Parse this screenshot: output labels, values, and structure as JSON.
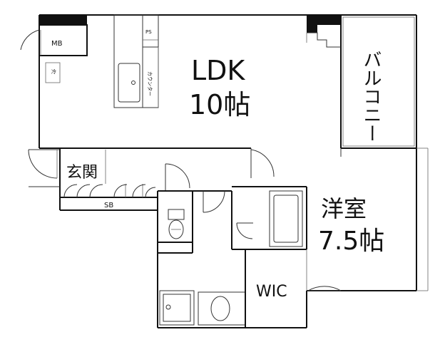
{
  "rooms": {
    "ldk_name": "LDK",
    "ldk_size": "10帖",
    "western_name": "洋室",
    "western_size": "7.5帖",
    "balcony": "バルコニー",
    "entrance": "玄関",
    "wic": "WIC",
    "mb": "MB",
    "sb": "SB",
    "ps": "PS",
    "fridge": "冷",
    "counter": "カウンター"
  }
}
